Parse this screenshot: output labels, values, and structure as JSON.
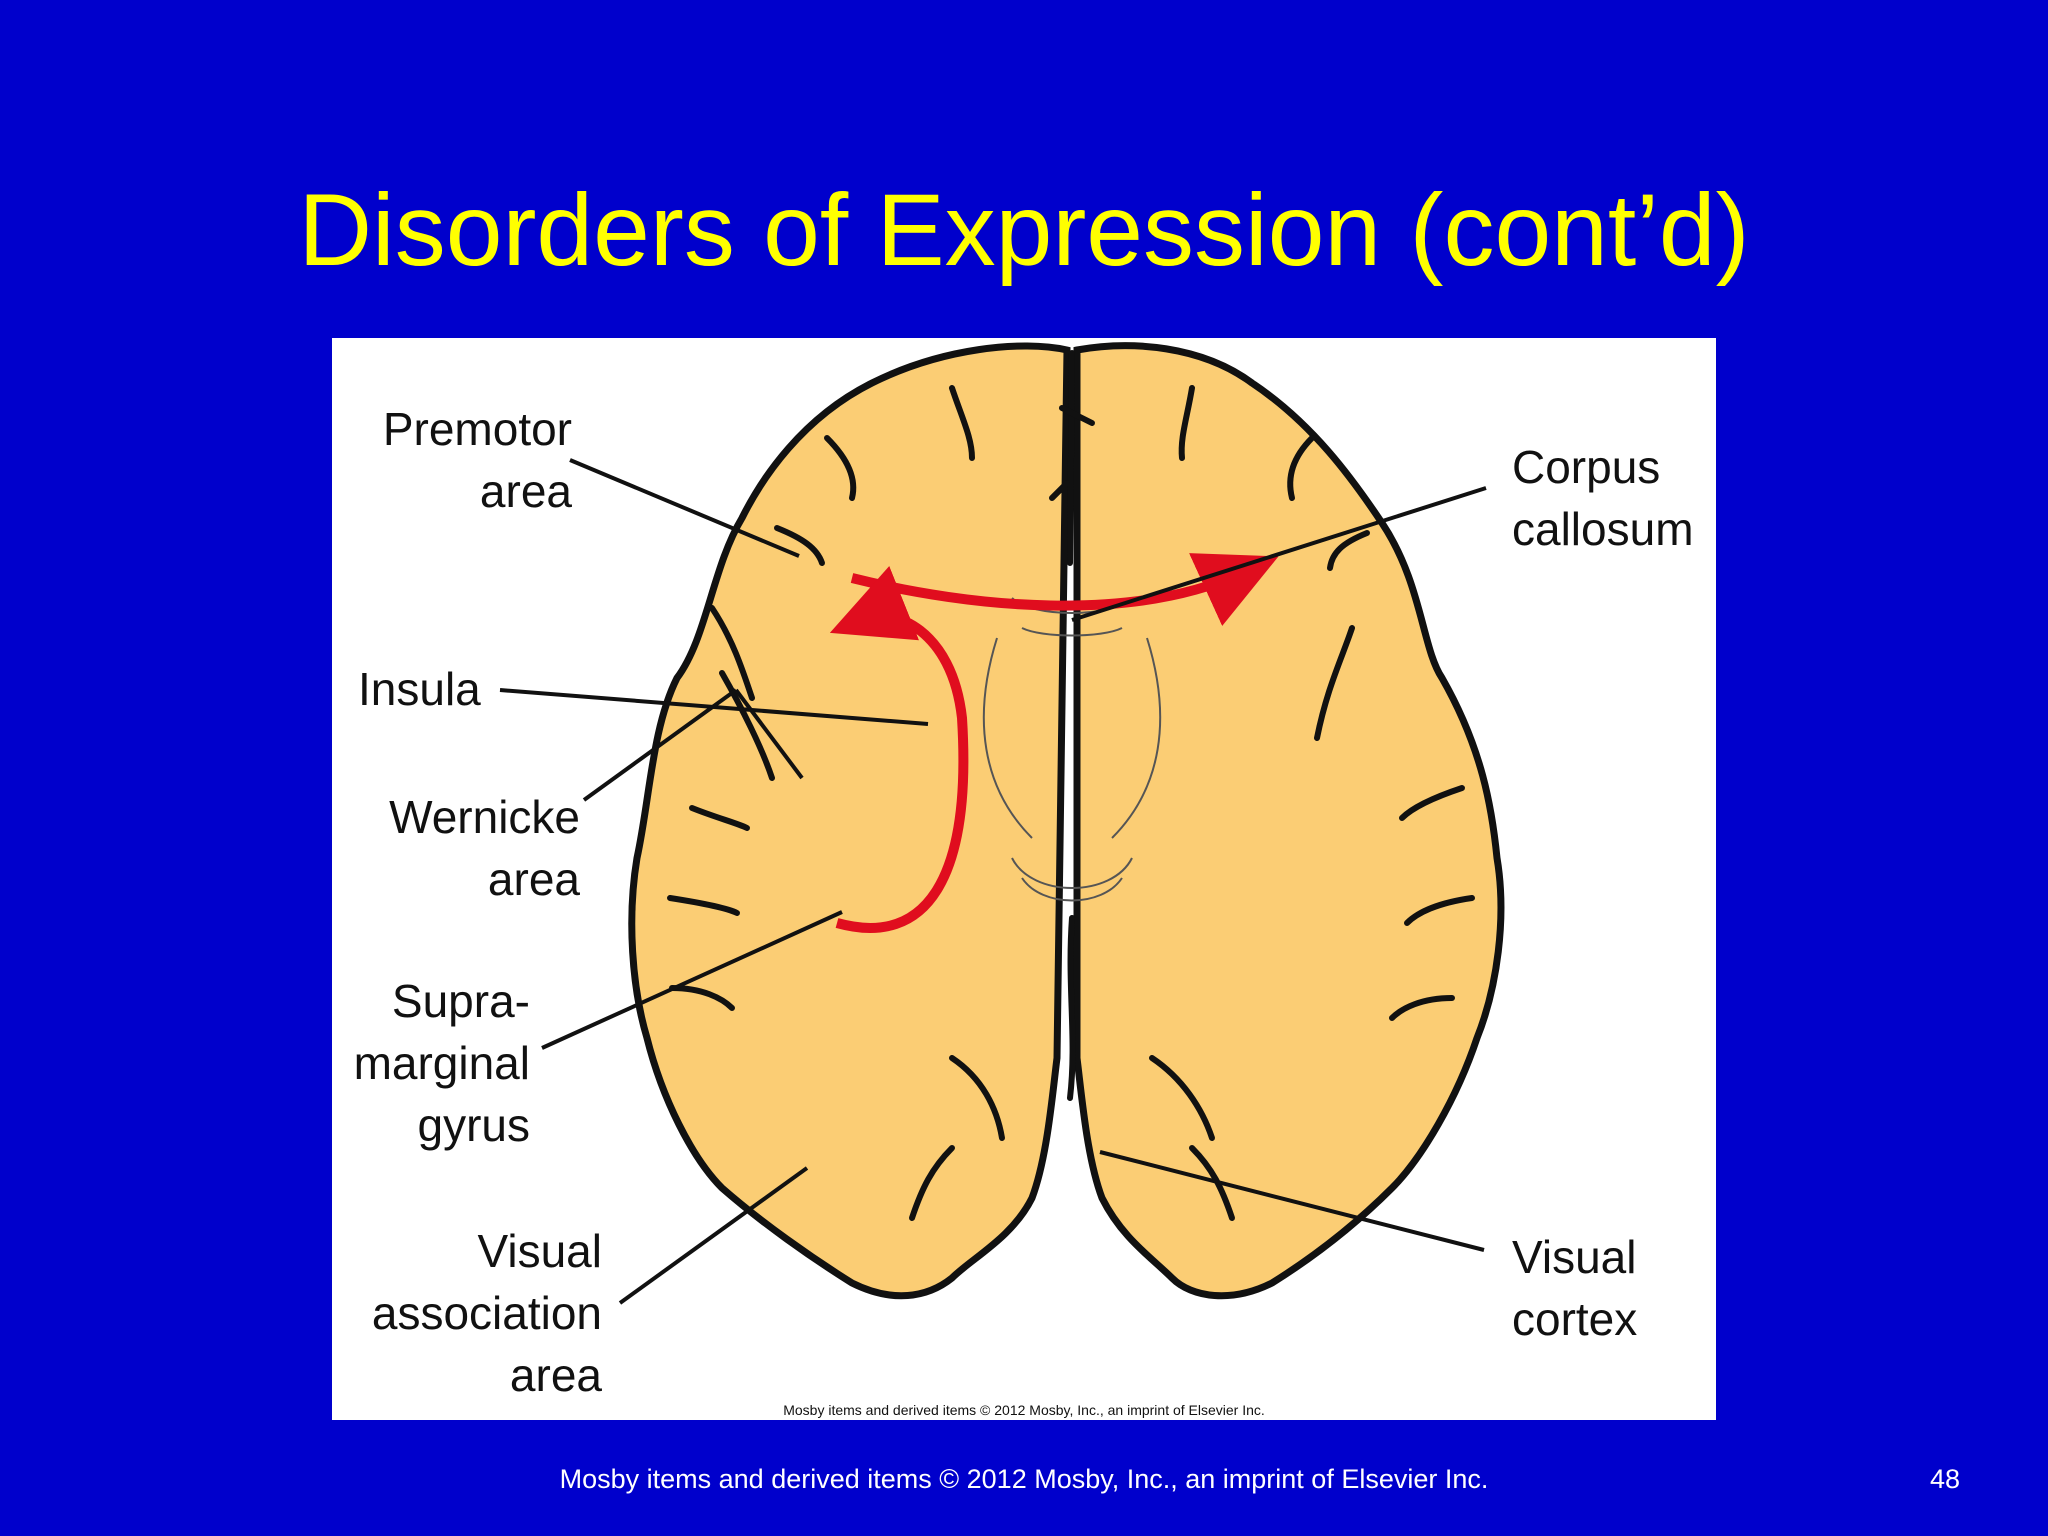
{
  "slide": {
    "title": "Disorders of Expression (cont’d)",
    "footer": "Mosby items and derived items © 2012 Mosby, Inc., an imprint of Elsevier Inc.",
    "page_number": "48"
  },
  "figure": {
    "credit": "Mosby items and derived items © 2012 Mosby, Inc., an imprint of Elsevier Inc.",
    "colors": {
      "brain_fill": "#fbcd74",
      "outline": "#111111",
      "pathway_arrow": "#e00d1e",
      "slide_bg": "#0000cc",
      "title": "#ffff00"
    },
    "labels": {
      "premotor": [
        "Premotor",
        "area"
      ],
      "insula": [
        "Insula"
      ],
      "wernicke": [
        "Wernicke",
        "area"
      ],
      "supramarginal": [
        "Supra-",
        "marginal",
        "gyrus"
      ],
      "visual_association": [
        "Visual",
        "association",
        "area"
      ],
      "corpus_callosum": [
        "Corpus",
        "callosum"
      ],
      "visual_cortex": [
        "Visual",
        "cortex"
      ]
    }
  }
}
